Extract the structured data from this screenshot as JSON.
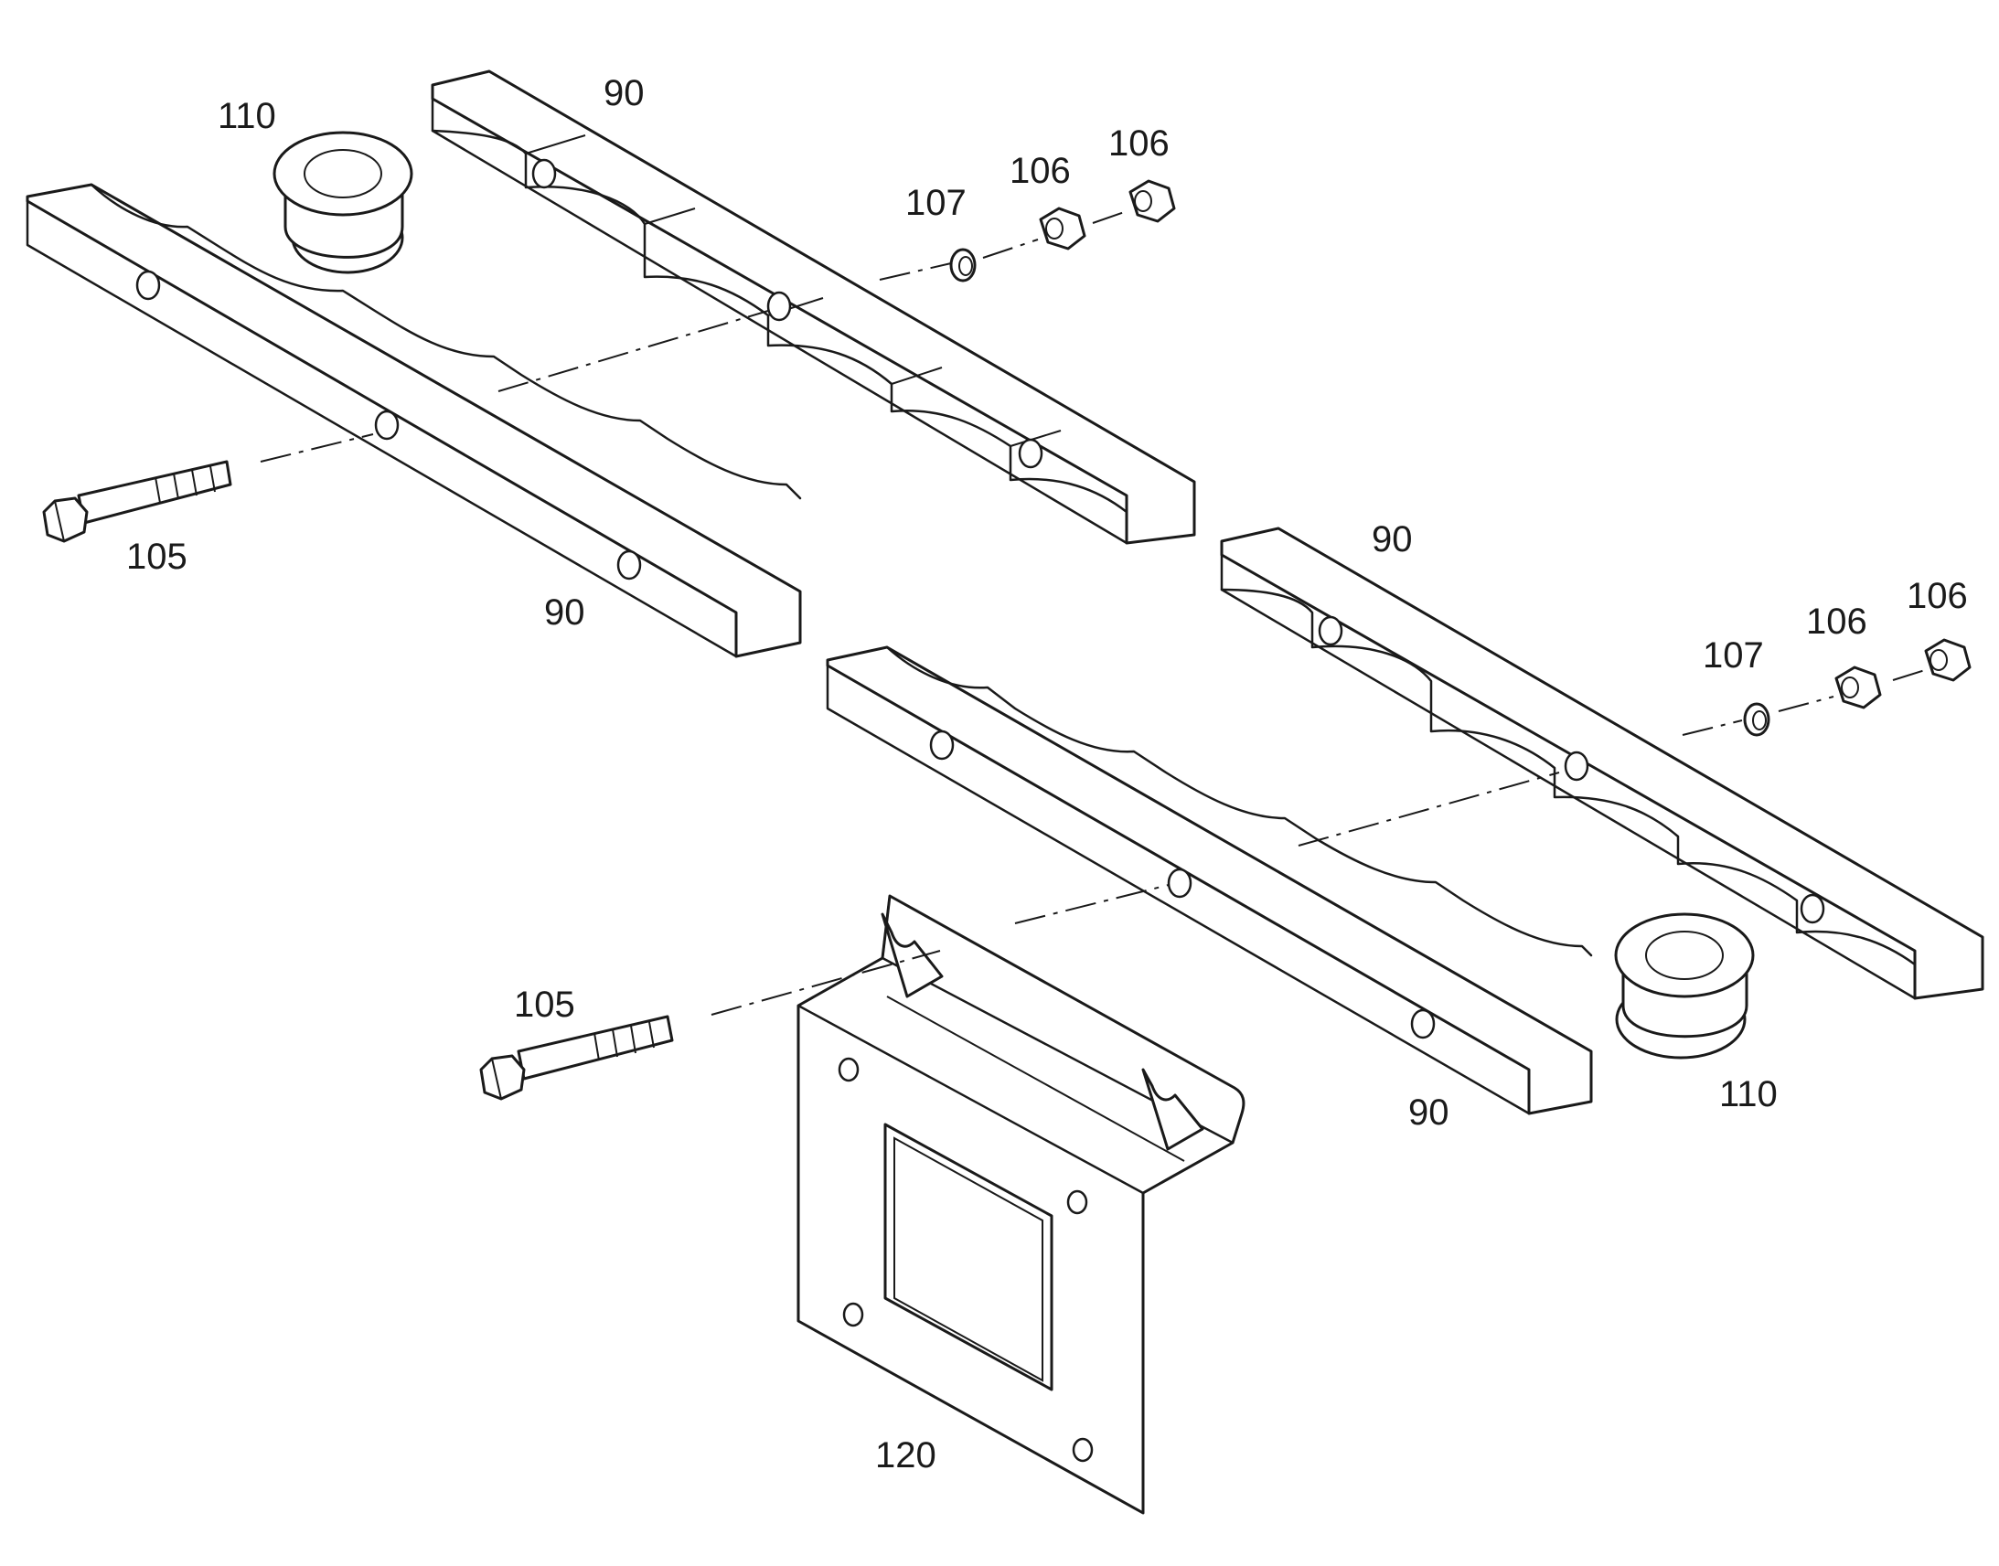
{
  "callouts": {
    "clamp_top_left": "90",
    "clamp_front_left": "90",
    "clamp_top_right": "90",
    "clamp_front_right": "90",
    "grommet_left": "110",
    "grommet_right": "110",
    "bolt_left": "105",
    "bolt_lower": "105",
    "washer_left": "107",
    "nut_left_a": "106",
    "nut_left_b": "106",
    "washer_right": "107",
    "nut_right_a": "106",
    "nut_right_b": "106",
    "bracket": "120"
  }
}
